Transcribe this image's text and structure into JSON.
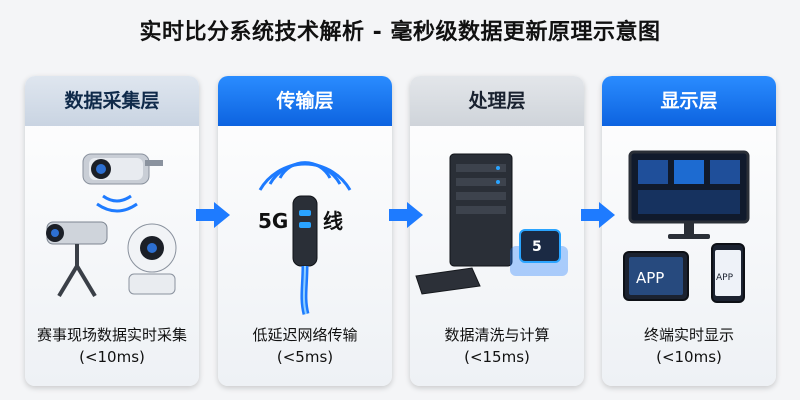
{
  "title": "实时比分系统技术解析 - 毫秒级数据更新原理示意图",
  "panels": [
    {
      "heading": "数据采集层",
      "caption": "赛事现场数据实时采集",
      "latency": "(<10ms)"
    },
    {
      "heading": "传输层",
      "caption": "低延迟网络传输",
      "latency": "(<5ms)",
      "illus_text_left": "5G",
      "illus_text_right": "线"
    },
    {
      "heading": "处理层",
      "caption": "数据清洗与计算",
      "latency": "(<15ms)",
      "chip_text": "5"
    },
    {
      "heading": "显示层",
      "caption": "终端实时显示",
      "latency": "(<10ms)",
      "tablet_text": "APP",
      "phone_text": "APP"
    }
  ],
  "colors": {
    "accent": "#0d63e0",
    "arrow": "#1e7bff"
  }
}
